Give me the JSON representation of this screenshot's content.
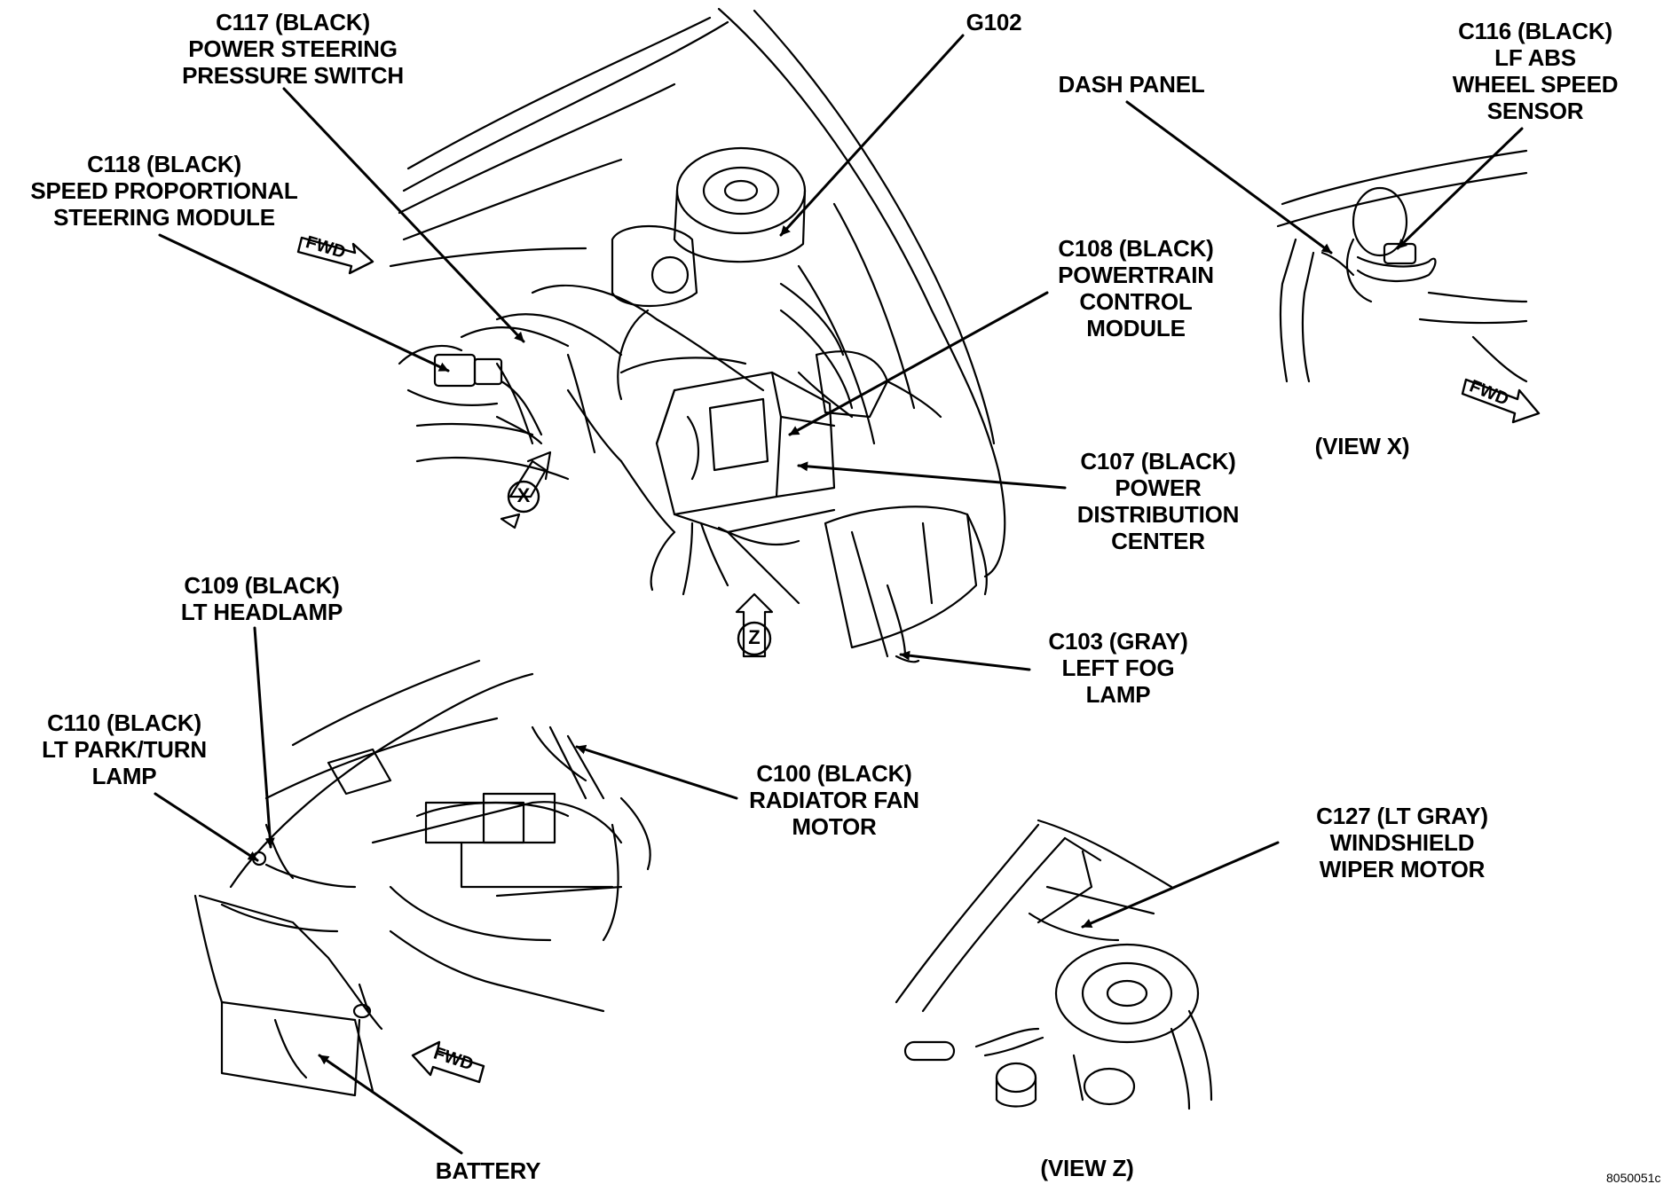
{
  "diagram": {
    "labels": {
      "c117": "C117 (BLACK)\nPOWER STEERING\nPRESSURE SWITCH",
      "g102": "G102",
      "c116": "C116 (BLACK)\nLF ABS\nWHEEL SPEED\nSENSOR",
      "dash_panel": "DASH PANEL",
      "c118": "C118 (BLACK)\nSPEED PROPORTIONAL\nSTEERING MODULE",
      "c108": "C108 (BLACK)\nPOWERTRAIN\nCONTROL\nMODULE",
      "view_x": "(VIEW X)",
      "c107": "C107 (BLACK)\nPOWER\nDISTRIBUTION\nCENTER",
      "c109": "C109 (BLACK)\nLT HEADLAMP",
      "c103": "C103 (GRAY)\nLEFT FOG\nLAMP",
      "c110": "C110 (BLACK)\nLT PARK/TURN\nLAMP",
      "c100": "C100 (BLACK)\nRADIATOR FAN\nMOTOR",
      "c127": "C127 (LT GRAY)\nWINDSHIELD\nWIPER MOTOR",
      "battery": "BATTERY",
      "view_z": "(VIEW Z)"
    },
    "fwd_markers": [
      "FWD",
      "FWD",
      "FWD"
    ],
    "view_callouts": [
      "X",
      "Z"
    ],
    "figure_code": "8050051c",
    "line_color": "#000000",
    "background_color": "#ffffff"
  }
}
